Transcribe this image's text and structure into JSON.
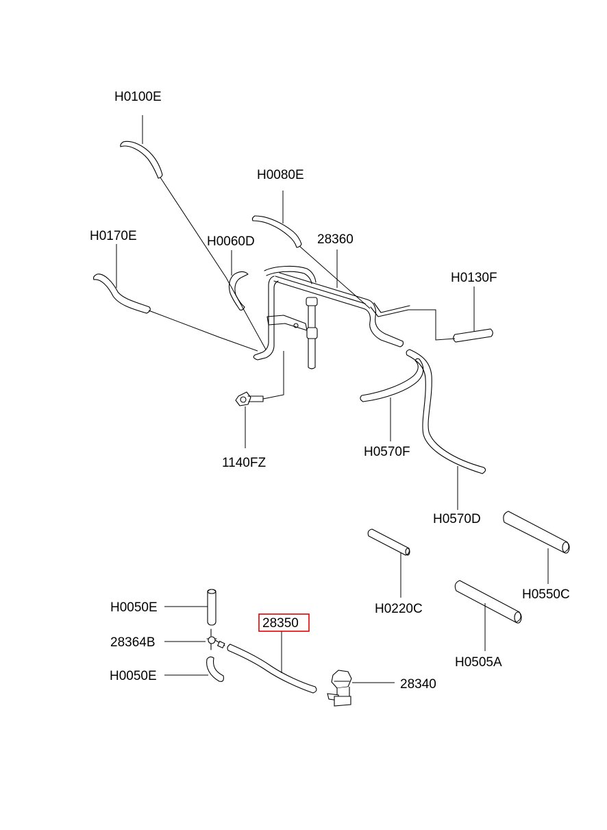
{
  "diagram": {
    "labels": {
      "h0100e": "H0100E",
      "h0080e": "H0080E",
      "h0170e": "H0170E",
      "h0060d": "H0060D",
      "p28360": "28360",
      "h0130f": "H0130F",
      "p1140fz": "1140FZ",
      "h0570f": "H0570F",
      "h0570d": "H0570D",
      "h0220c": "H0220C",
      "h0550c": "H0550C",
      "h0505a": "H0505A",
      "h0050e_top": "H0050E",
      "p28364b": "28364B",
      "h0050e_bottom": "H0050E",
      "p28350": "28350",
      "p28340": "28340"
    },
    "highlighted_part": "28350",
    "highlight_color": "#e00000"
  }
}
